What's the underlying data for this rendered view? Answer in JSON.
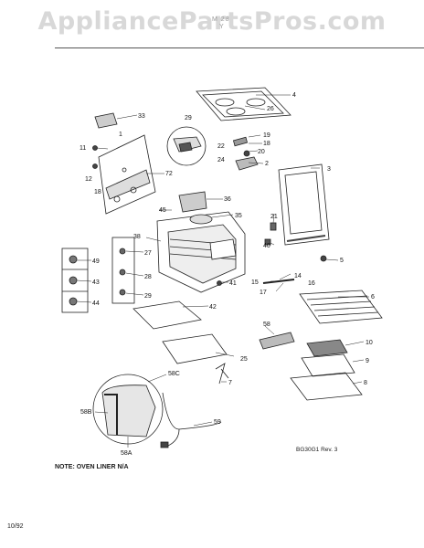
{
  "watermark": "AppliancePartsPros.com",
  "model_lines": [
    "M 28",
    "Y"
  ],
  "note": "NOTE: OVEN LINER N/A",
  "drawing_ref": "BG30G1 Rev. 3",
  "date": "10/92",
  "callouts": [
    "1",
    "2",
    "3",
    "4",
    "5",
    "6",
    "7",
    "8",
    "9",
    "10",
    "11",
    "12",
    "14",
    "15",
    "16",
    "17",
    "18",
    "19",
    "20",
    "21",
    "22",
    "24",
    "25",
    "26",
    "27",
    "28",
    "29",
    "33",
    "35",
    "36",
    "38",
    "40",
    "41",
    "42",
    "43",
    "44",
    "45",
    "49",
    "58",
    "58A",
    "58B",
    "58C",
    "59",
    "72"
  ]
}
